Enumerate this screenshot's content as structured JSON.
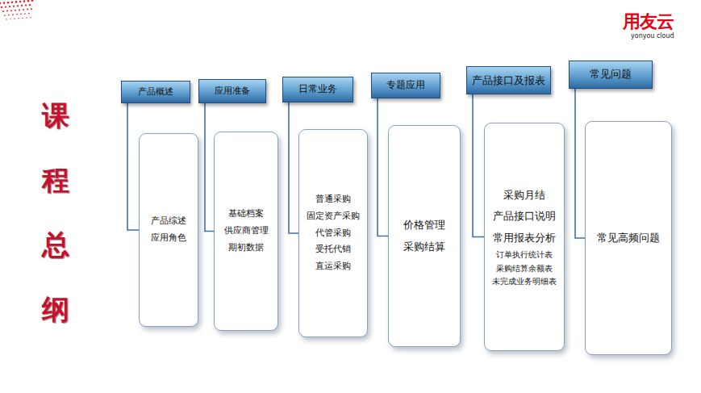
{
  "diagram": {
    "title": "课程总纲",
    "nodes": [
      {
        "text": [
          "产品概述"
        ]
      },
      {
        "text": [
          "产品综述",
          "应用角色"
        ]
      },
      {
        "text": [
          "应用准备"
        ]
      },
      {
        "text": [
          "基础档案",
          "供应商管理",
          "期初数据"
        ]
      },
      {
        "text": [
          "日常业务"
        ]
      },
      {
        "text": [
          "普通采购",
          "固定资产采购",
          "代管采购",
          "受托代销",
          "直运采购"
        ]
      },
      {
        "text": [
          "专题应用"
        ]
      },
      {
        "text": [
          "价格管理",
          "采购结算"
        ]
      },
      {
        "text": [
          "产品接口及报表"
        ]
      },
      {
        "text": [
          "采购月结",
          "产品接口说明",
          "常用报表分析",
          "订单执行统计表",
          "采购结算余额表",
          "未完成业务明细表"
        ]
      },
      {
        "text": [
          "常见问题"
        ]
      },
      {
        "text": [
          "常见高频问题"
        ]
      }
    ],
    "edges": [
      {
        "from": 0,
        "to": 1,
        "arrow": "none"
      },
      {
        "from": 2,
        "to": 3,
        "arrow": "none"
      },
      {
        "from": 4,
        "to": 5,
        "arrow": "none"
      },
      {
        "from": 6,
        "to": 7,
        "arrow": "none"
      },
      {
        "from": 8,
        "to": 9,
        "arrow": "none"
      },
      {
        "from": 10,
        "to": 11,
        "arrow": "none"
      }
    ],
    "labels": [
      "用友云",
      "yonyou cloud"
    ]
  }
}
